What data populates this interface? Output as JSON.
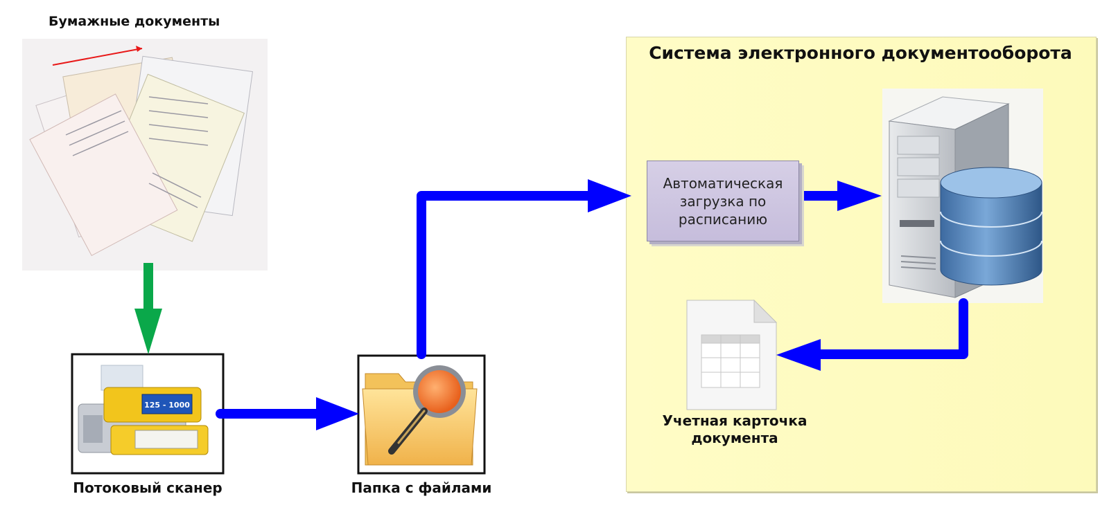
{
  "labels": {
    "paper_docs": "Бумажные документы",
    "scanner": "Потоковый сканер",
    "folder": "Папка с файлами",
    "system_title": "Система электронного документооборота",
    "auto_upload": "Автоматическая\nзагрузка по\nрасписанию",
    "doc_card": "Учетная карточка\nдокумента"
  },
  "icons": {
    "paper": "paper-documents-icon",
    "scanner": "scanner-icon",
    "folder": "folder-search-icon",
    "server": "server-database-icon",
    "doc_card": "document-table-icon"
  },
  "colors": {
    "flow_arrow": "#0000ff",
    "input_arrow": "#0aa84a",
    "panel_bg": "#fdfabb",
    "process_bg": "#cec6e1"
  }
}
